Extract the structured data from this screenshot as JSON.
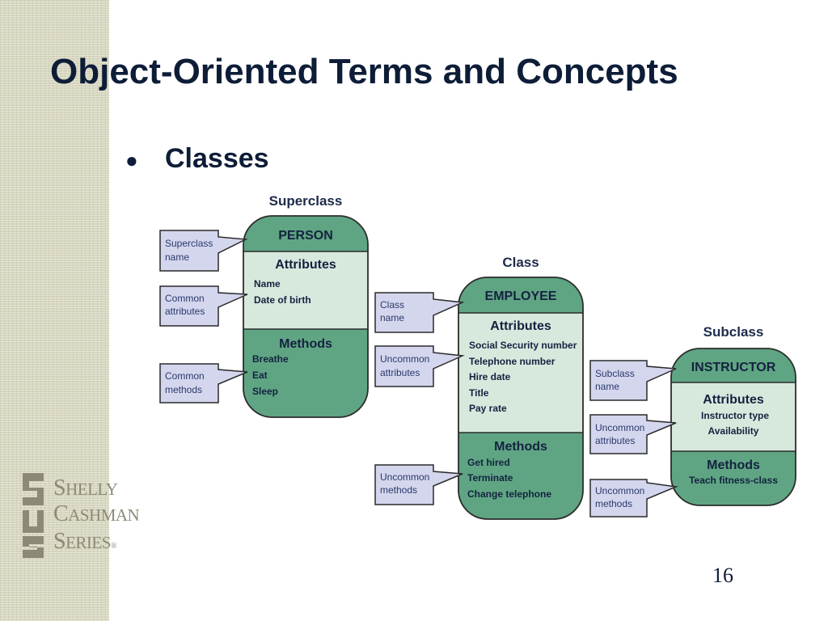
{
  "title": "Object-Oriented Terms and Concepts",
  "bullet": "Classes",
  "page_number": "16",
  "logo": {
    "line1": {
      "cap": "S",
      "rest": "HELLY"
    },
    "line2": {
      "cap": "C",
      "rest": "ASHMAN"
    },
    "line3": {
      "cap": "S",
      "rest": "ERIES",
      "mark": "®"
    }
  },
  "diagram": {
    "headers": {
      "superclass": "Superclass",
      "class": "Class",
      "subclass": "Subclass"
    },
    "person": {
      "name": "PERSON",
      "attributes_label": "Attributes",
      "attributes": [
        "Name",
        "Date of birth"
      ],
      "methods_label": "Methods",
      "methods": [
        "Breathe",
        "Eat",
        "Sleep"
      ]
    },
    "employee": {
      "name": "EMPLOYEE",
      "attributes_label": "Attributes",
      "attributes": [
        "Social Security number",
        "Telephone number",
        "Hire date",
        "Title",
        "Pay rate"
      ],
      "methods_label": "Methods",
      "methods": [
        "Get hired",
        "Terminate",
        "Change telephone"
      ]
    },
    "instructor": {
      "name": "INSTRUCTOR",
      "attributes_label": "Attributes",
      "attributes": [
        "Instructor type",
        "Availability"
      ],
      "methods_label": "Methods",
      "methods": [
        "Teach fitness-class"
      ]
    },
    "callouts": {
      "superclass_name": [
        "Superclass",
        "name"
      ],
      "common_attributes": [
        "Common",
        "attributes"
      ],
      "common_methods": [
        "Common",
        "methods"
      ],
      "class_name": [
        "Class",
        "name"
      ],
      "uncommon_attributes_class": [
        "Uncommon",
        "attributes"
      ],
      "uncommon_methods_class": [
        "Uncommon",
        "methods"
      ],
      "subclass_name": [
        "Subclass",
        "name"
      ],
      "uncommon_attributes_sub": [
        "Uncommon",
        "attributes"
      ],
      "uncommon_methods_sub": [
        "Uncommon",
        "methods"
      ]
    },
    "colors": {
      "dark_green": "#5fa583",
      "light_green": "#d7e9dd",
      "outline": "#2c2c2c",
      "callout_fill": "#d4d6ee",
      "callout_border": "#2a2a2a"
    }
  }
}
